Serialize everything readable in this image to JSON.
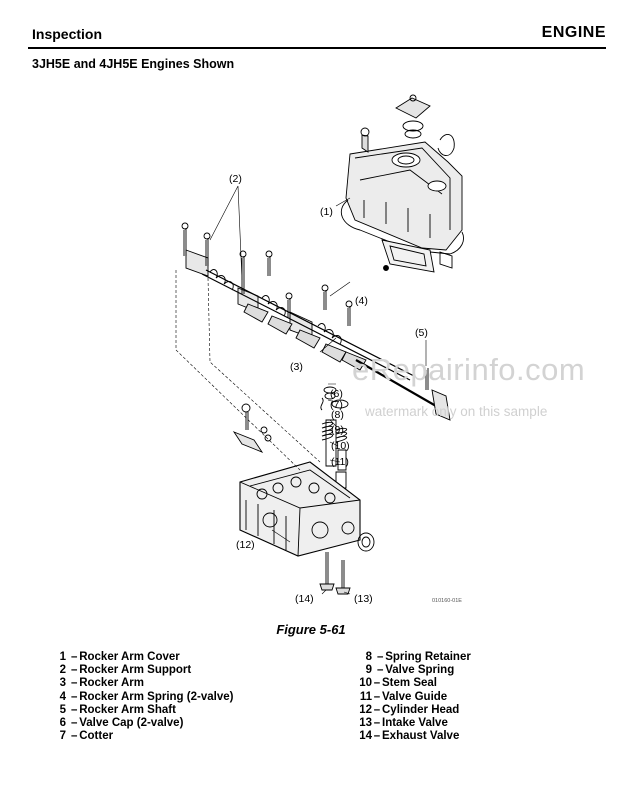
{
  "header": {
    "section": "Inspection",
    "chapter": "ENGINE"
  },
  "subtitle": "3JH5E and 4JH5E Engines Shown",
  "figure": {
    "caption": "Figure 5-61",
    "code": "010160-01E",
    "callouts": [
      "(1)",
      "(2)",
      "(3)",
      "(4)",
      "(5)",
      "(6)",
      "(7)",
      "(8)",
      "(9)",
      "(10)",
      "(11)",
      "(12)",
      "(13)",
      "(14)"
    ]
  },
  "watermark": {
    "main": "eRepairinfo.com",
    "sub": "watermark only on this sample"
  },
  "legend_left": [
    {
      "num": "1",
      "label": "Rocker Arm Cover"
    },
    {
      "num": "2",
      "label": "Rocker Arm Support"
    },
    {
      "num": "3",
      "label": "Rocker Arm"
    },
    {
      "num": "4",
      "label": "Rocker Arm Spring (2-valve)"
    },
    {
      "num": "5",
      "label": "Rocker Arm Shaft"
    },
    {
      "num": "6",
      "label": "Valve Cap (2-valve)"
    },
    {
      "num": "7",
      "label": "Cotter"
    }
  ],
  "legend_right": [
    {
      "num": "8",
      "label": "Spring Retainer"
    },
    {
      "num": "9",
      "label": "Valve Spring"
    },
    {
      "num": "10",
      "label": "Stem Seal"
    },
    {
      "num": "11",
      "label": "Valve Guide"
    },
    {
      "num": "12",
      "label": "Cylinder Head"
    },
    {
      "num": "13",
      "label": "Intake Valve"
    },
    {
      "num": "14",
      "label": "Exhaust Valve"
    }
  ],
  "dash": "–"
}
